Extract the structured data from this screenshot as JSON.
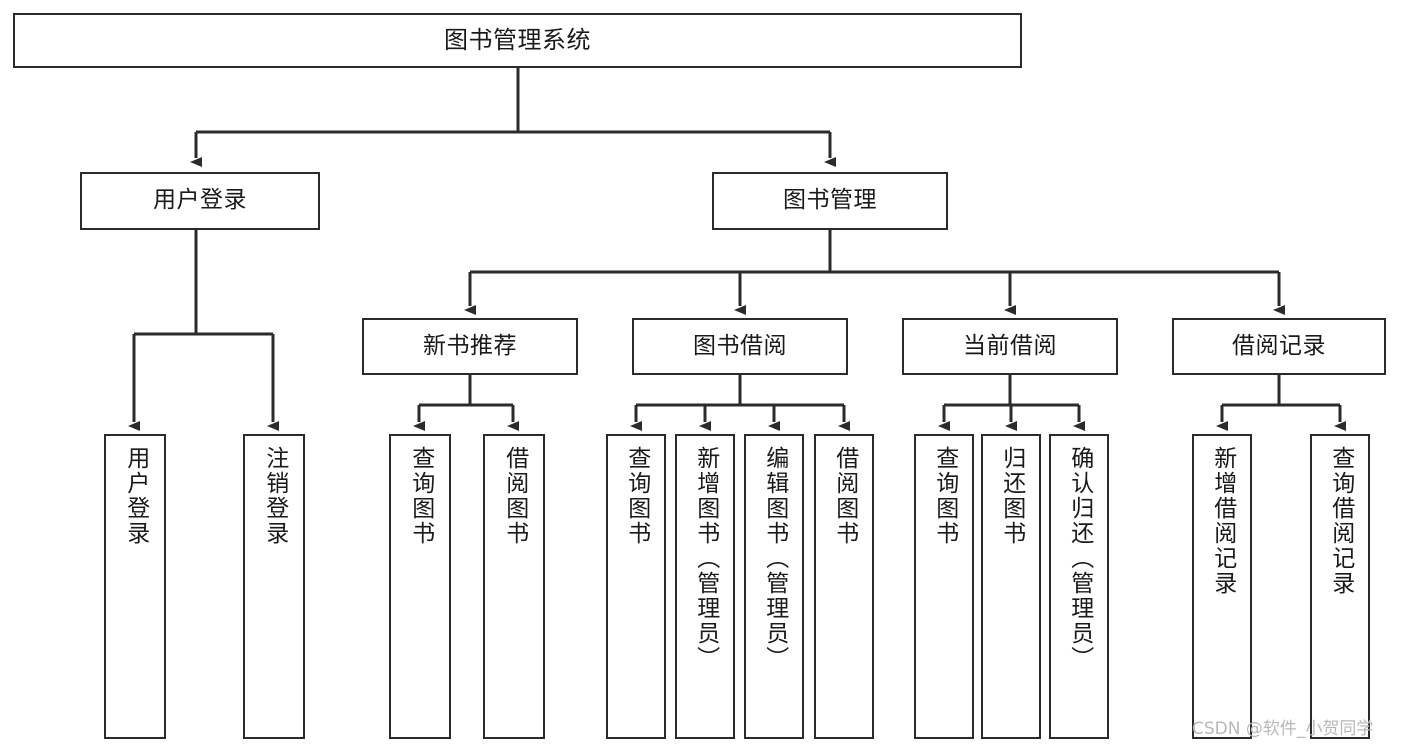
{
  "diagram": {
    "title": "图书管理系统",
    "type": "tree",
    "orientation": "top-down",
    "colors": {
      "box_border": "#2b2b2b",
      "box_fill": "#ffffff",
      "edge": "#2b2b2b",
      "text": "#1a1a1a",
      "watermark": "#b8b8b8"
    },
    "root": {
      "label": "图书管理系统"
    },
    "level1": [
      {
        "label": "用户登录"
      },
      {
        "label": "图书管理"
      }
    ],
    "level2": [
      {
        "label": "新书推荐"
      },
      {
        "label": "图书借阅"
      },
      {
        "label": "当前借阅"
      },
      {
        "label": "借阅记录"
      }
    ],
    "leaves": {
      "user_login": [
        {
          "label": "用户登录"
        },
        {
          "label": "注销登录"
        }
      ],
      "new_book_recommend": [
        {
          "label": "查询图书"
        },
        {
          "label": "借阅图书"
        }
      ],
      "book_borrow": [
        {
          "label": "查询图书"
        },
        {
          "label": "新增图书（管理员）"
        },
        {
          "label": "编辑图书（管理员）"
        },
        {
          "label": "借阅图书"
        }
      ],
      "current_borrow": [
        {
          "label": "查询图书"
        },
        {
          "label": "归还图书"
        },
        {
          "label": "确认归还（管理员）"
        }
      ],
      "borrow_record": [
        {
          "label": "新增借阅记录"
        },
        {
          "label": "查询借阅记录"
        }
      ]
    }
  },
  "watermark": {
    "text": "CSDN @软件_小贺同学"
  }
}
